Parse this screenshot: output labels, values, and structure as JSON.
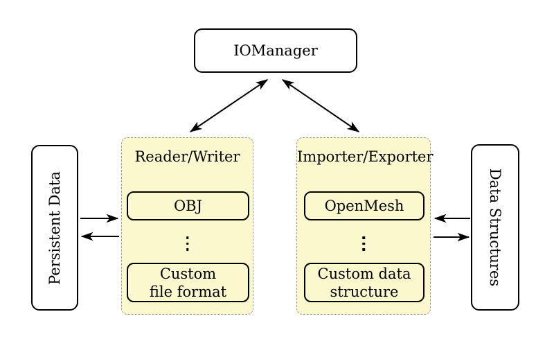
{
  "colors": {
    "background": "#ffffff",
    "text": "#000000",
    "node_fill": "#ffffff",
    "node_border": "#000000",
    "group_fill": "#fbf8ce",
    "group_border": "#9a9a9a",
    "arrow": "#000000"
  },
  "nodes": {
    "iomanager": {
      "label": "IOManager"
    },
    "persistent_data": {
      "label": "Persistent Data"
    },
    "data_structures": {
      "label": "Data Structures"
    }
  },
  "groups": {
    "reader_writer": {
      "title": "Reader/Writer",
      "top_box": {
        "label": "OBJ"
      },
      "ellipsis": "⋮",
      "bottom_box": {
        "line1": "Custom",
        "line2": "file format"
      }
    },
    "importer_exporter": {
      "title": "Importer/Exporter",
      "top_box": {
        "label": "OpenMesh"
      },
      "ellipsis": "⋮",
      "bottom_box": {
        "line1": "Custom data",
        "line2": "structure"
      }
    }
  }
}
